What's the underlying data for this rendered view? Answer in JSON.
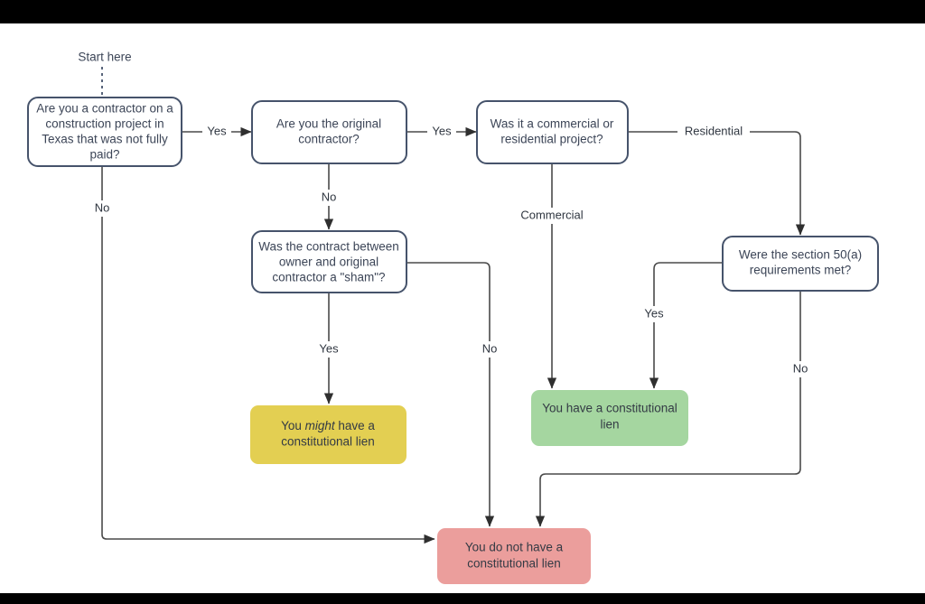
{
  "canvas": {
    "background": "#ffffff",
    "letterbox": "#000000",
    "node_border": "#46536b",
    "edge_color": "#4a4a4a",
    "text_color": "#3c4557"
  },
  "caption": {
    "start_here": "Start here"
  },
  "nodes": [
    {
      "id": "q1",
      "kind": "decision",
      "lines": [
        "Are you a contractor on a",
        "construction project in",
        "Texas that was not fully",
        "paid?"
      ]
    },
    {
      "id": "q2",
      "kind": "decision",
      "lines": [
        "Are you the original",
        "contractor?"
      ]
    },
    {
      "id": "q3",
      "kind": "decision",
      "lines": [
        "Was it a commercial or",
        "residential project?"
      ]
    },
    {
      "id": "q4",
      "kind": "decision",
      "lines": [
        "Was the contract between",
        "owner and original",
        "contractor a \"sham\"?"
      ]
    },
    {
      "id": "q5",
      "kind": "decision",
      "lines": [
        "Were the section 50(a)",
        "requirements met?"
      ]
    },
    {
      "id": "outcome_maybe",
      "kind": "terminal",
      "color": "#e3cf52",
      "lines": [
        "You might have a",
        "constitutional lien"
      ],
      "emphasis_word": "might",
      "line1_pre": "You ",
      "line1_post": " have a"
    },
    {
      "id": "outcome_yes",
      "kind": "terminal",
      "color": "#a5d6a0",
      "lines": [
        "You have a constitutional",
        "lien"
      ]
    },
    {
      "id": "outcome_no",
      "kind": "terminal",
      "color": "#eb9e9c",
      "lines": [
        "You do not have a",
        "constitutional lien"
      ]
    }
  ],
  "edges": [
    {
      "id": "e_start",
      "from": "start",
      "to": "q1",
      "label": ""
    },
    {
      "id": "e_q1_yes",
      "from": "q1",
      "to": "q2",
      "label": "Yes"
    },
    {
      "id": "e_q1_no",
      "from": "q1",
      "to": "outcome_no",
      "label": "No"
    },
    {
      "id": "e_q2_yes",
      "from": "q2",
      "to": "q3",
      "label": "Yes"
    },
    {
      "id": "e_q2_no",
      "from": "q2",
      "to": "q4",
      "label": "No"
    },
    {
      "id": "e_q3_commercial",
      "from": "q3",
      "to": "outcome_yes",
      "label": "Commercial"
    },
    {
      "id": "e_q3_residential",
      "from": "q3",
      "to": "q5",
      "label": "Residential"
    },
    {
      "id": "e_q4_yes",
      "from": "q4",
      "to": "outcome_maybe",
      "label": "Yes"
    },
    {
      "id": "e_q4_no",
      "from": "q4",
      "to": "outcome_no",
      "label": "No"
    },
    {
      "id": "e_q5_yes",
      "from": "q5",
      "to": "outcome_yes",
      "label": "Yes"
    },
    {
      "id": "e_q5_no",
      "from": "q5",
      "to": "outcome_no",
      "label": "No"
    }
  ],
  "edge_labels": {
    "q1_yes": "Yes",
    "q1_no": "No",
    "q2_yes": "Yes",
    "q2_no": "No",
    "q3_commercial": "Commercial",
    "q3_residential": "Residential",
    "q4_yes": "Yes",
    "q4_no": "No",
    "q5_yes": "Yes",
    "q5_no": "No"
  },
  "node_text": {
    "q1": {
      "l1": "Are you a contractor on a",
      "l2": "construction project in",
      "l3": "Texas that was not fully",
      "l4": "paid?"
    },
    "q2": {
      "l1": "Are you the original",
      "l2": "contractor?"
    },
    "q3": {
      "l1": "Was it a commercial or",
      "l2": "residential project?"
    },
    "q4": {
      "l1": "Was the contract between",
      "l2": "owner and original",
      "l3": "contractor a \"sham\"?"
    },
    "q5": {
      "l1": "Were the section 50(a)",
      "l2": "requirements met?"
    },
    "maybe": {
      "pre": "You ",
      "em": "might",
      "post": " have a",
      "l2": "constitutional lien"
    },
    "yes": {
      "l1": "You have a constitutional",
      "l2": "lien"
    },
    "no": {
      "l1": "You do not have a",
      "l2": "constitutional lien"
    }
  }
}
